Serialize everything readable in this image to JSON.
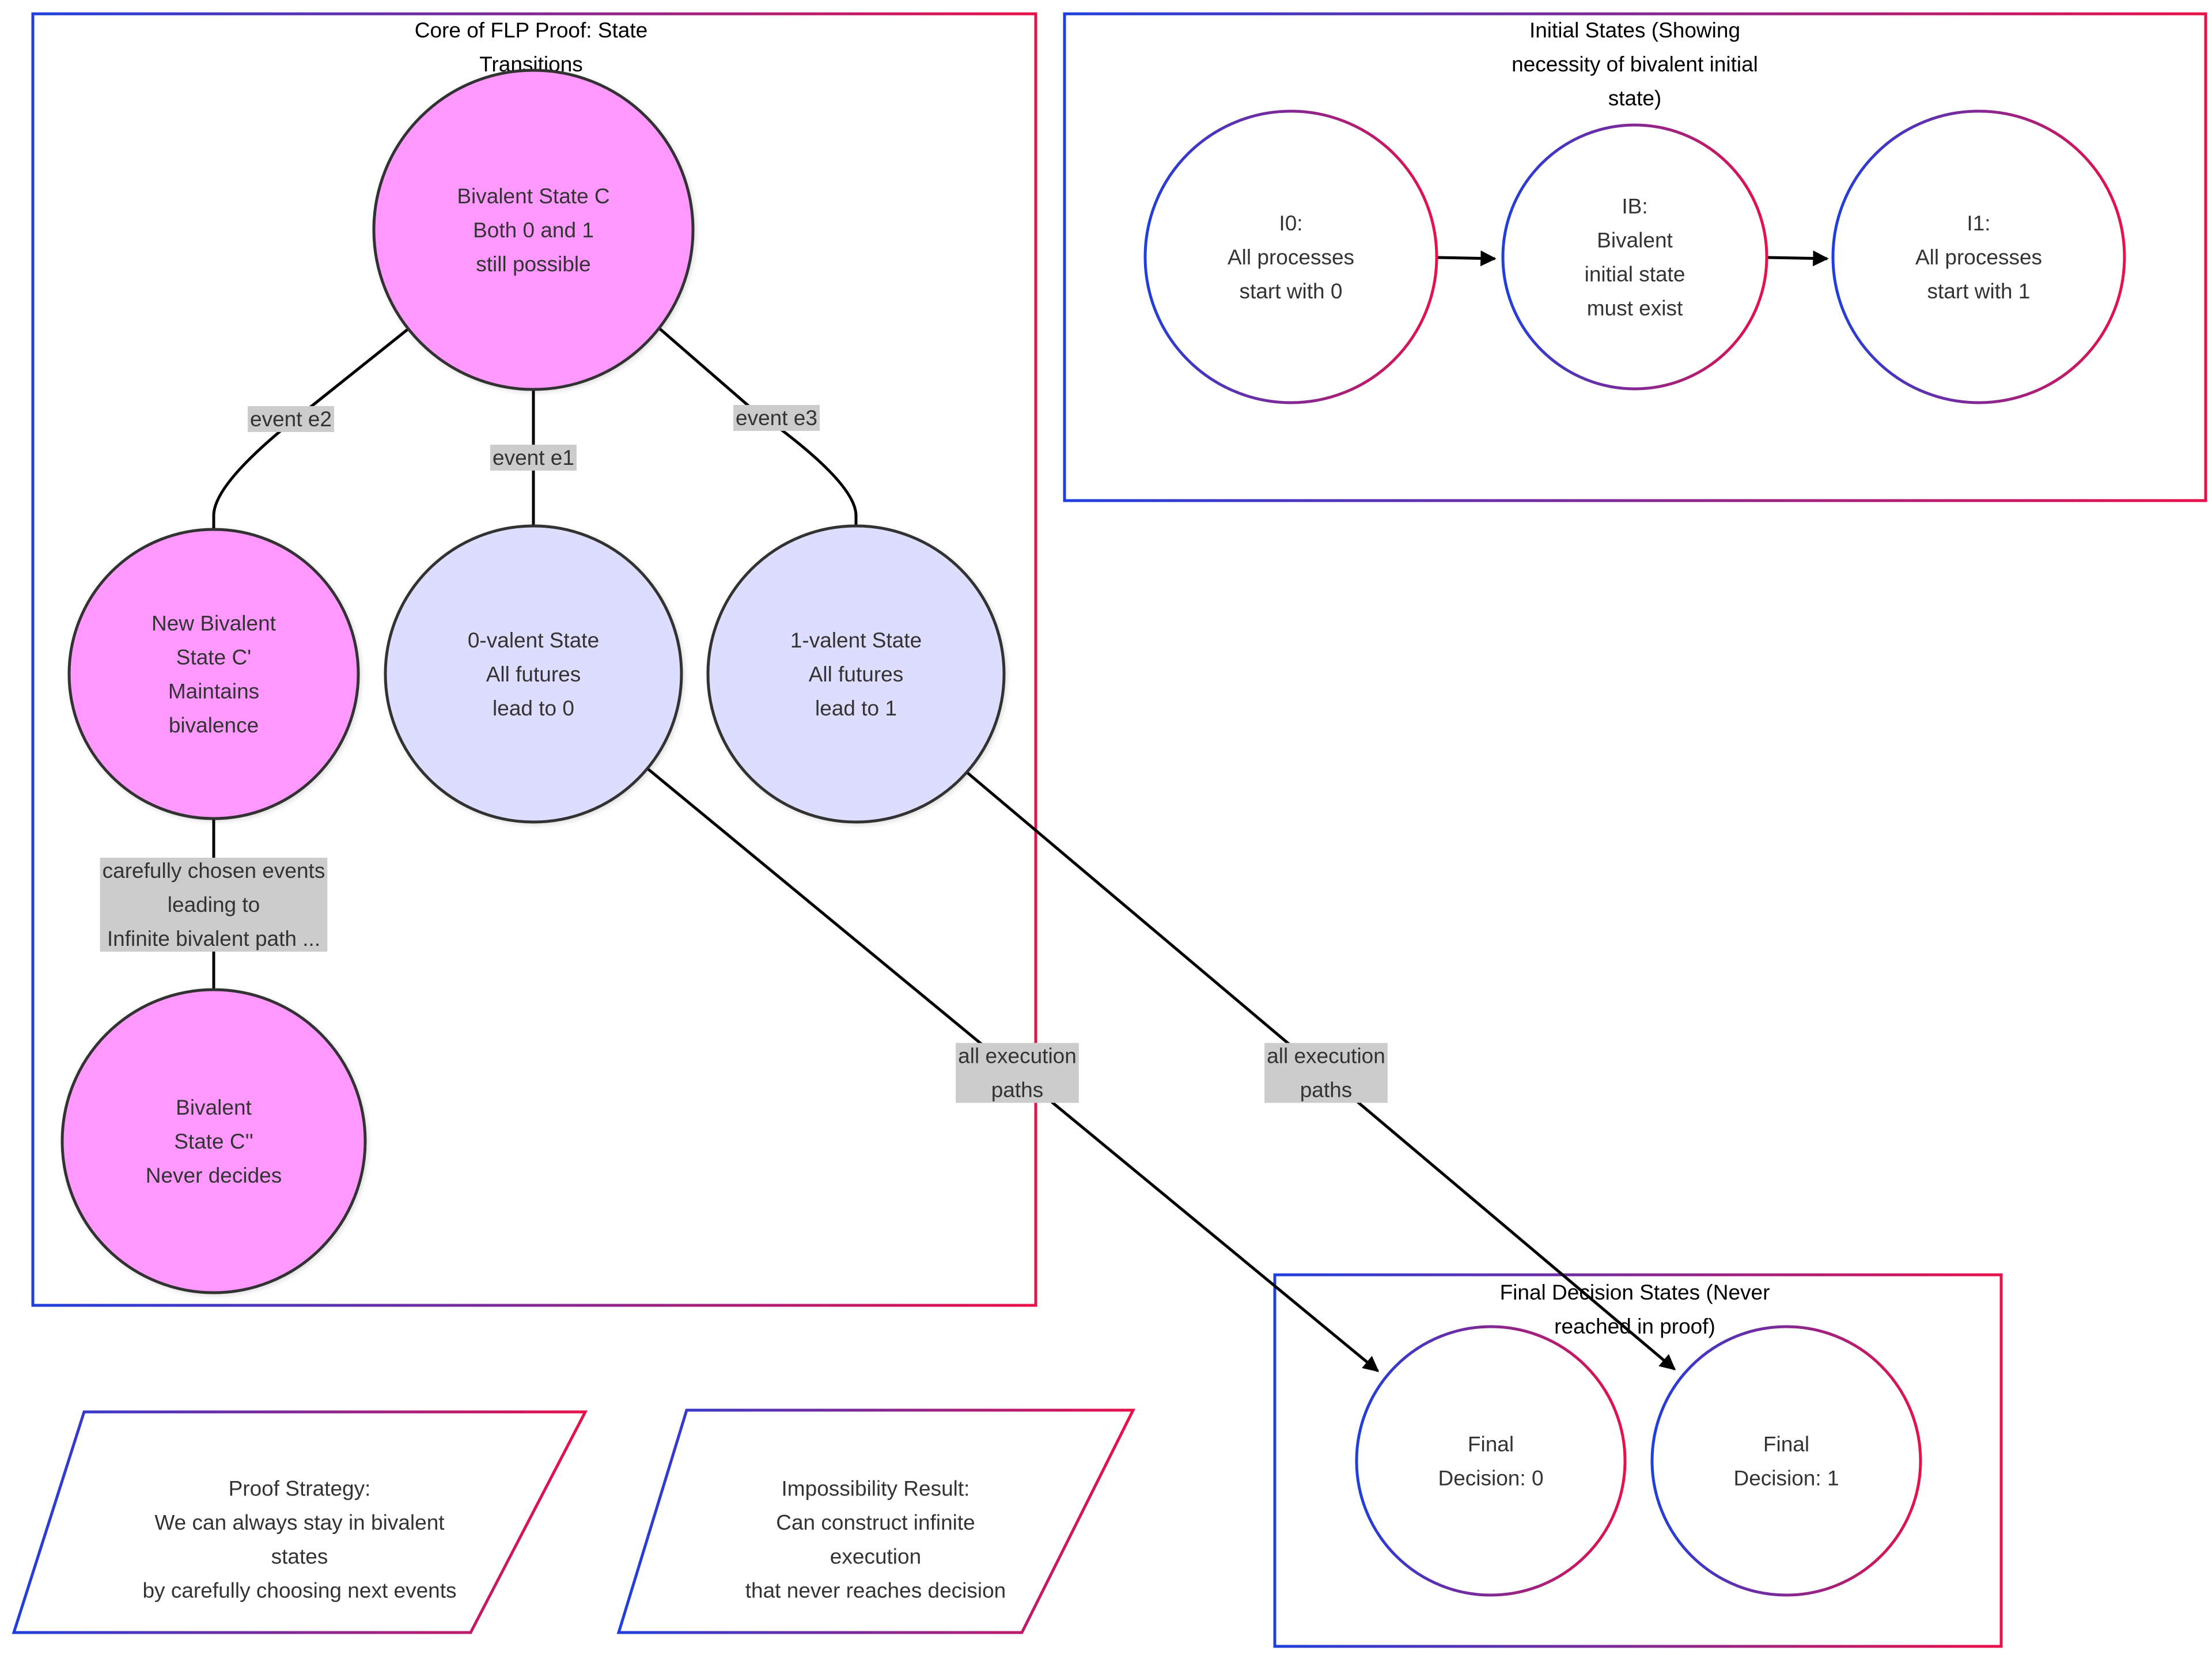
{
  "diagram": {
    "subgraphs": [
      {
        "id": "core",
        "title": [
          "Core of FLP Proof: State",
          "Transitions"
        ]
      },
      {
        "id": "initial",
        "title": [
          "Initial States (Showing",
          "necessity of bivalent initial",
          "state)"
        ]
      },
      {
        "id": "final",
        "title": [
          "Final Decision States (Never",
          "reached in proof)"
        ]
      }
    ],
    "nodes": [
      {
        "id": "C",
        "lines": [
          "Bivalent State C",
          "Both 0 and 1",
          "still possible"
        ],
        "style": "bivalent"
      },
      {
        "id": "C1",
        "lines": [
          "New Bivalent",
          "State C'",
          "Maintains",
          "bivalence"
        ],
        "style": "bivalent"
      },
      {
        "id": "V0",
        "lines": [
          "0-valent State",
          "All futures",
          "lead to 0"
        ],
        "style": "univalent"
      },
      {
        "id": "V1",
        "lines": [
          "1-valent State",
          "All futures",
          "lead to 1"
        ],
        "style": "univalent"
      },
      {
        "id": "C2",
        "lines": [
          "Bivalent",
          "State C''",
          "Never decides"
        ],
        "style": "bivalent"
      },
      {
        "id": "I0",
        "lines": [
          "I0:",
          "All processes",
          "start with 0"
        ],
        "style": "outline"
      },
      {
        "id": "IB",
        "lines": [
          "IB:",
          "Bivalent",
          "initial state",
          "must exist"
        ],
        "style": "outline"
      },
      {
        "id": "I1",
        "lines": [
          "I1:",
          "All processes",
          "start with 1"
        ],
        "style": "outline"
      },
      {
        "id": "D0",
        "lines": [
          "Final",
          "Decision: 0"
        ],
        "style": "outline"
      },
      {
        "id": "D1",
        "lines": [
          "Final",
          "Decision: 1"
        ],
        "style": "outline"
      },
      {
        "id": "PS",
        "lines": [
          "Proof Strategy:",
          "We can always stay in bivalent",
          "states",
          "by carefully choosing next events"
        ],
        "style": "parallelogram"
      },
      {
        "id": "IR",
        "lines": [
          "Impossibility Result:",
          "Can construct infinite",
          "execution",
          "that never reaches decision"
        ],
        "style": "parallelogram"
      }
    ],
    "edges": [
      {
        "from": "C",
        "to": "C1",
        "label": [
          "event e2"
        ]
      },
      {
        "from": "C",
        "to": "V0",
        "label": [
          "event e1"
        ]
      },
      {
        "from": "C",
        "to": "V1",
        "label": [
          "event e3"
        ]
      },
      {
        "from": "C1",
        "to": "C2",
        "label": [
          "carefully chosen events",
          "leading to",
          "Infinite bivalent path ..."
        ]
      },
      {
        "from": "V0",
        "to": "D0",
        "label": [
          "all execution",
          "paths"
        ]
      },
      {
        "from": "V1",
        "to": "D1",
        "label": [
          "all execution",
          "paths"
        ]
      },
      {
        "from": "I0",
        "to": "IB",
        "label": []
      },
      {
        "from": "IB",
        "to": "I1",
        "label": []
      }
    ],
    "colors": {
      "bivalent_fill": "#ff99ff",
      "univalent_fill": "#ddddff",
      "node_stroke": "#333333",
      "label_bg": "#cccccc",
      "gradient_start": "#1f3fdc",
      "gradient_end": "#e8114a"
    }
  }
}
